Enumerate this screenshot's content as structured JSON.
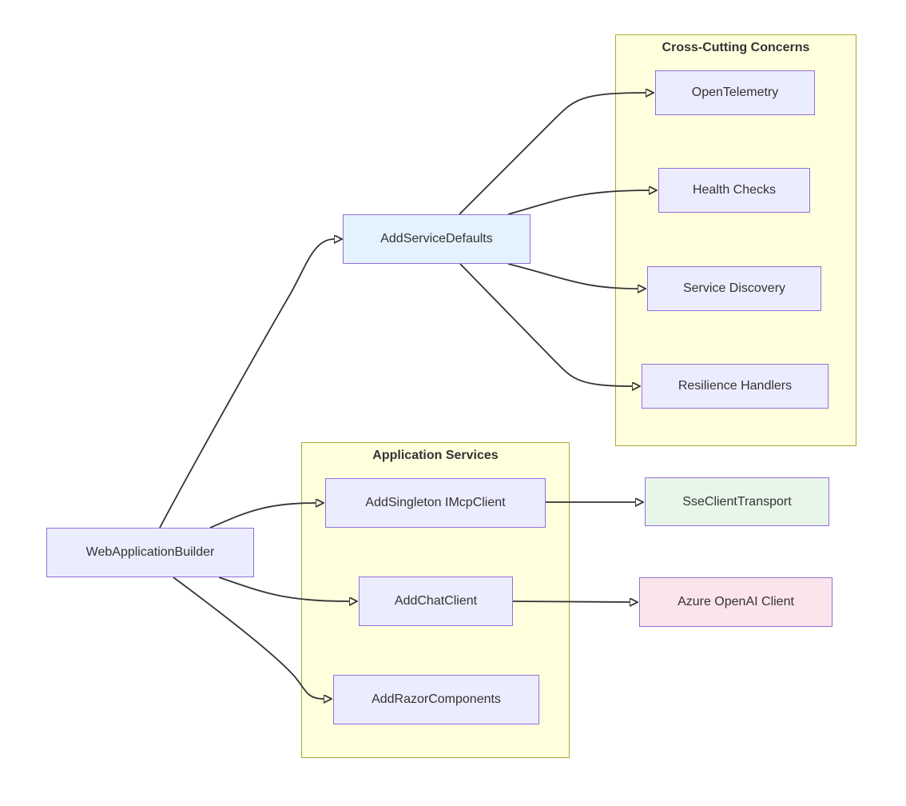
{
  "diagram": {
    "type": "flowchart",
    "clusters": {
      "cross_cutting": {
        "title": "Cross-Cutting Concerns"
      },
      "app_services": {
        "title": "Application Services"
      }
    },
    "nodes": {
      "web_application_builder": {
        "label": "WebApplicationBuilder"
      },
      "add_service_defaults": {
        "label": "AddServiceDefaults"
      },
      "open_telemetry": {
        "label": "OpenTelemetry"
      },
      "health_checks": {
        "label": "Health Checks"
      },
      "service_discovery": {
        "label": "Service Discovery"
      },
      "resilience_handlers": {
        "label": "Resilience Handlers"
      },
      "add_singleton_imcpclient": {
        "label": "AddSingleton IMcpClient"
      },
      "add_chat_client": {
        "label": "AddChatClient"
      },
      "add_razor_components": {
        "label": "AddRazorComponents"
      },
      "sse_client_transport": {
        "label": "SseClientTransport"
      },
      "azure_openai_client": {
        "label": "Azure OpenAI Client"
      }
    },
    "edges": [
      {
        "from": "WebApplicationBuilder",
        "to": "AddServiceDefaults"
      },
      {
        "from": "WebApplicationBuilder",
        "to": "AddSingleton IMcpClient"
      },
      {
        "from": "WebApplicationBuilder",
        "to": "AddChatClient"
      },
      {
        "from": "WebApplicationBuilder",
        "to": "AddRazorComponents"
      },
      {
        "from": "AddServiceDefaults",
        "to": "OpenTelemetry"
      },
      {
        "from": "AddServiceDefaults",
        "to": "Health Checks"
      },
      {
        "from": "AddServiceDefaults",
        "to": "Service Discovery"
      },
      {
        "from": "AddServiceDefaults",
        "to": "Resilience Handlers"
      },
      {
        "from": "AddSingleton IMcpClient",
        "to": "SseClientTransport"
      },
      {
        "from": "AddChatClient",
        "to": "Azure OpenAI Client"
      }
    ],
    "colors": {
      "node_default_fill": "#ECECFF",
      "node_border": "#9370DB",
      "service_defaults_fill": "#E3F2FD",
      "transport_fill": "#E8F5E9",
      "azure_client_fill": "#FCE4EC",
      "cluster_fill": "#FFFFDE",
      "cluster_border": "#AAAA33",
      "edge_stroke": "#333333",
      "text": "#333333"
    }
  }
}
